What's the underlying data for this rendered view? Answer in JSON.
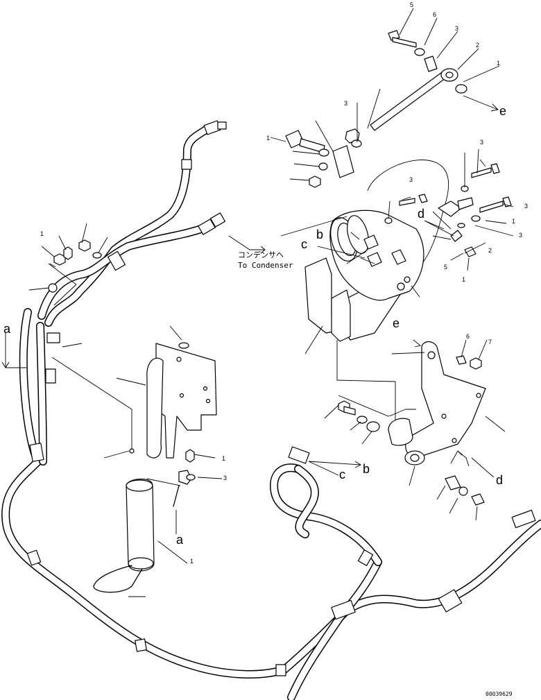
{
  "destination_note": {
    "ja": "コンデンサヘ",
    "en": "To Condenser"
  },
  "ref_letters": {
    "a_left": "a",
    "a_bottom": "a",
    "b_upper": "b",
    "b_lower": "b",
    "c_upper": "c",
    "c_lower": "c",
    "d_upper": "d",
    "d_lower": "d",
    "e_upper": "e",
    "e_lower": "e"
  },
  "part_numbers": {
    "n_top_5": "5",
    "n_top_6": "6",
    "n_top_3": "3",
    "n_top_2": "2",
    "n_top_1": "1",
    "n_mid_3": "3",
    "n_mid_1": "1",
    "n_right_3a": "3",
    "n_right_3b": "3",
    "n_right_3c": "3",
    "n_right_3d": "3",
    "n_right_1a": "1",
    "n_right_1b": "1",
    "n_right_2": "2",
    "n_right_5": "5",
    "n_bracket_6": "6",
    "n_bracket_7": "7",
    "n_bolt_1": "1",
    "n_clamp_3": "3",
    "n_clamp_1": "1",
    "n_drier_1": "1"
  },
  "drawing_code": "00039629"
}
